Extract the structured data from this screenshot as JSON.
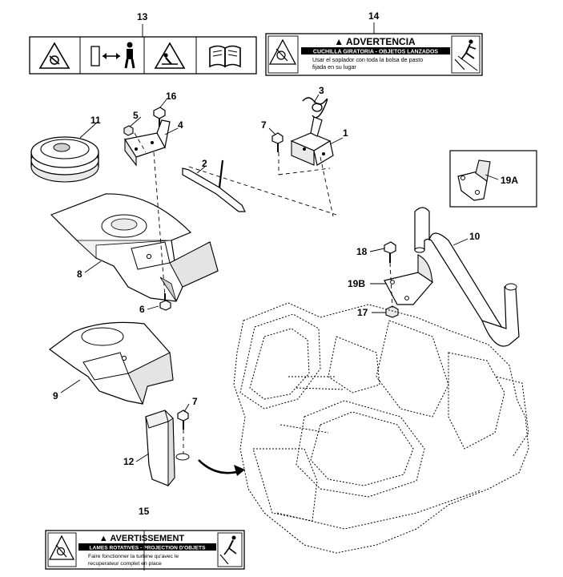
{
  "callouts": {
    "c1": "1",
    "c2": "2",
    "c3": "3",
    "c4": "4",
    "c5": "5",
    "c6": "6",
    "c7a": "7",
    "c7b": "7",
    "c8": "8",
    "c9": "9",
    "c10": "10",
    "c11": "11",
    "c12": "12",
    "c13": "13",
    "c14": "14",
    "c15": "15",
    "c16": "16",
    "c17": "17",
    "c18": "18",
    "c19a": "19A",
    "c19b": "19B"
  },
  "decal14": {
    "title": "▲ ADVERTENCIA",
    "band": "CUCHILLA GIRATORIA - OBJETOS LANZADOS",
    "line1": "Usar el soplador con toda la bolsa de pasto",
    "line2": "fijada en su lugar"
  },
  "decal15": {
    "title": "▲ AVERTISSEMENT",
    "band": "LAMES ROTATIVES - PROJECTION D'OBJETS",
    "line1": "Faire fonctionner la turbine qu'avec le",
    "line2": "recuperateur complet en place"
  },
  "icons": [
    "mower-warning-icon",
    "keep-distance-icon",
    "rotating-blade-warning-icon",
    "read-manual-icon"
  ]
}
